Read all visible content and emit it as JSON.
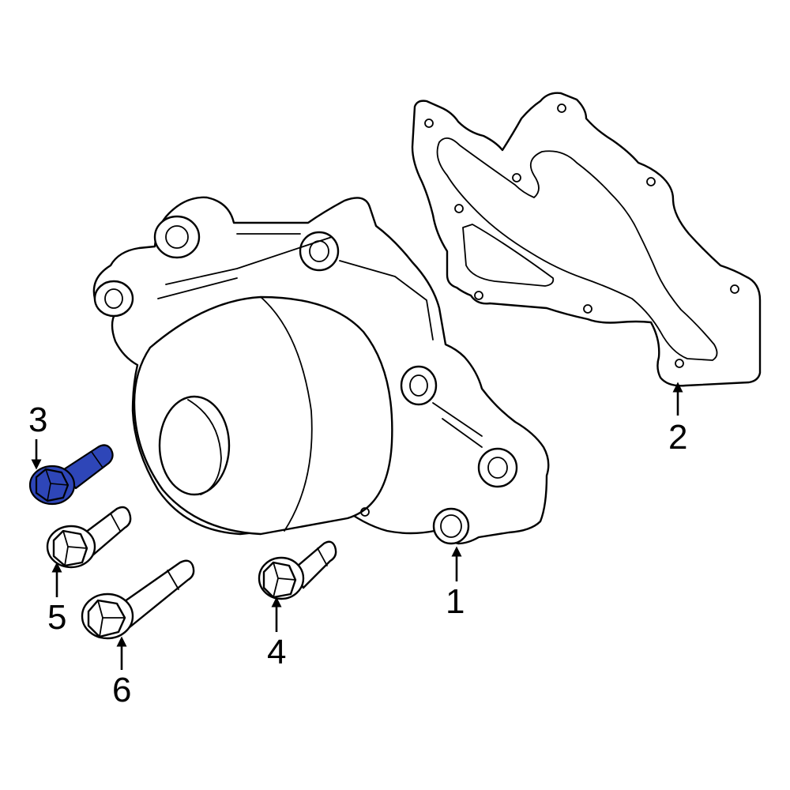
{
  "callouts": [
    {
      "id": "1",
      "label": "1"
    },
    {
      "id": "2",
      "label": "2"
    },
    {
      "id": "3",
      "label": "3"
    },
    {
      "id": "4",
      "label": "4"
    },
    {
      "id": "5",
      "label": "5"
    },
    {
      "id": "6",
      "label": "6"
    }
  ],
  "colors": {
    "highlight": "#2e46b8",
    "line": "#000000",
    "background": "#ffffff"
  }
}
